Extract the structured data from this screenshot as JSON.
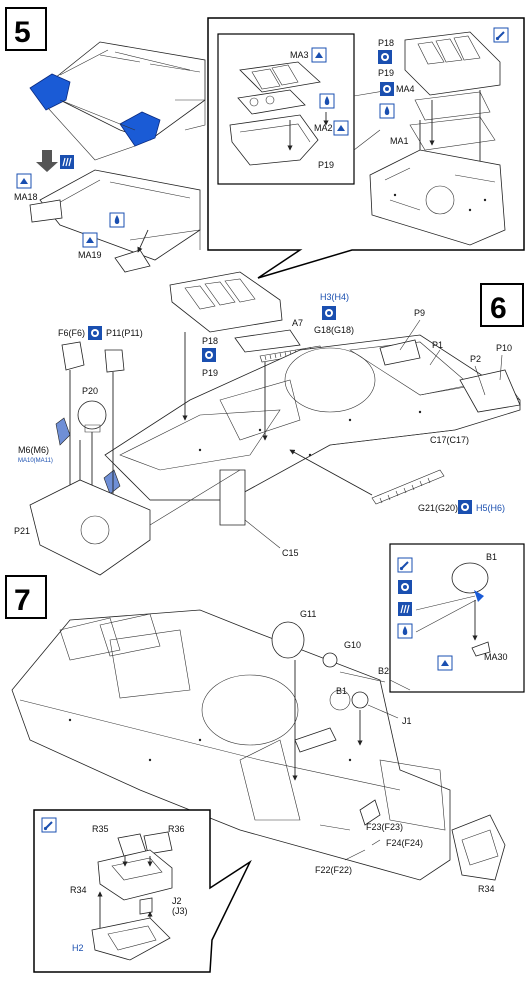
{
  "steps": {
    "s5": "5",
    "s6": "6",
    "s7": "7"
  },
  "icons": {
    "paint": "paint-brush-icon",
    "cement": "cement-icon",
    "glue": "glue-drop-icon",
    "remove": "remove-icon",
    "pe": "photo-etch-icon",
    "cut": "cut-icon"
  },
  "colors": {
    "highlight": "#1a5bd6",
    "pe_label": "#1a4fb0"
  },
  "step5": {
    "labels": [
      "MA18",
      "MA19",
      "MA3",
      "MA2",
      "P19",
      "P18",
      "P19",
      "MA4",
      "MA1"
    ]
  },
  "step6": {
    "labels": [
      "P18",
      "P19",
      "A7",
      "H3(H4)",
      "G18(G18)",
      "P9",
      "P1",
      "P2",
      "P10",
      "F6(F6)",
      "P11(P11)",
      "P20",
      "M6(M6)",
      "P21",
      "C15",
      "C17(C17)",
      "G21(G20)",
      "H5(H6)"
    ],
    "pe_note": "MA10(MA11)"
  },
  "step7": {
    "labels": [
      "G11",
      "G10",
      "B2",
      "B1",
      "J1",
      "F23(F23)",
      "F24(F24)",
      "F22(F22)",
      "R34",
      "B1",
      "MA30",
      "R35",
      "R36",
      "R34",
      "J2",
      "(J3)",
      "H2"
    ]
  }
}
